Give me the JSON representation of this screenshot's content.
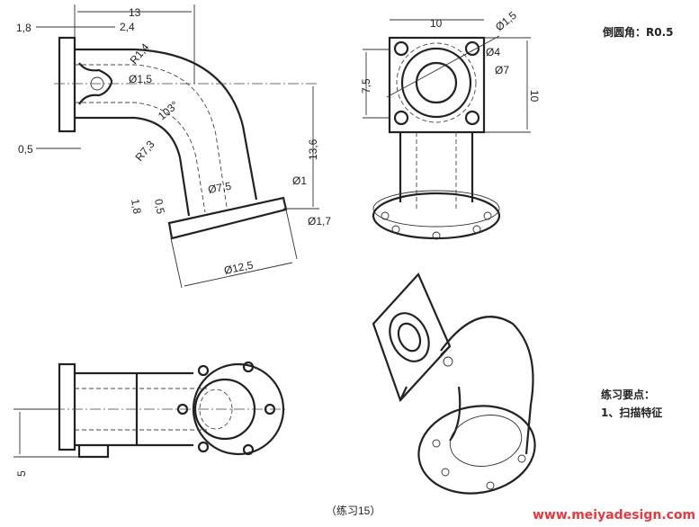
{
  "dimensions": {
    "front": [
      "13",
      "1,8",
      "2,4",
      "R1,4",
      "Ø1,5",
      "103°",
      "R7,3",
      "0,5",
      "13,6",
      "Ø1",
      "Ø7,5",
      "1,8",
      "0,5",
      "Ø1,7",
      "Ø12,5"
    ],
    "top": [
      "10",
      "Ø1,5",
      "Ø4",
      "Ø7",
      "7,5",
      "10"
    ],
    "side": [
      "5"
    ]
  },
  "notes": {
    "fillet": "倒圆角：R0.5",
    "key_points_title": "练习要点：",
    "key_point_1": "1、扫描特征",
    "caption": "（练习15）"
  },
  "watermark": "www.meiyadesign.com"
}
